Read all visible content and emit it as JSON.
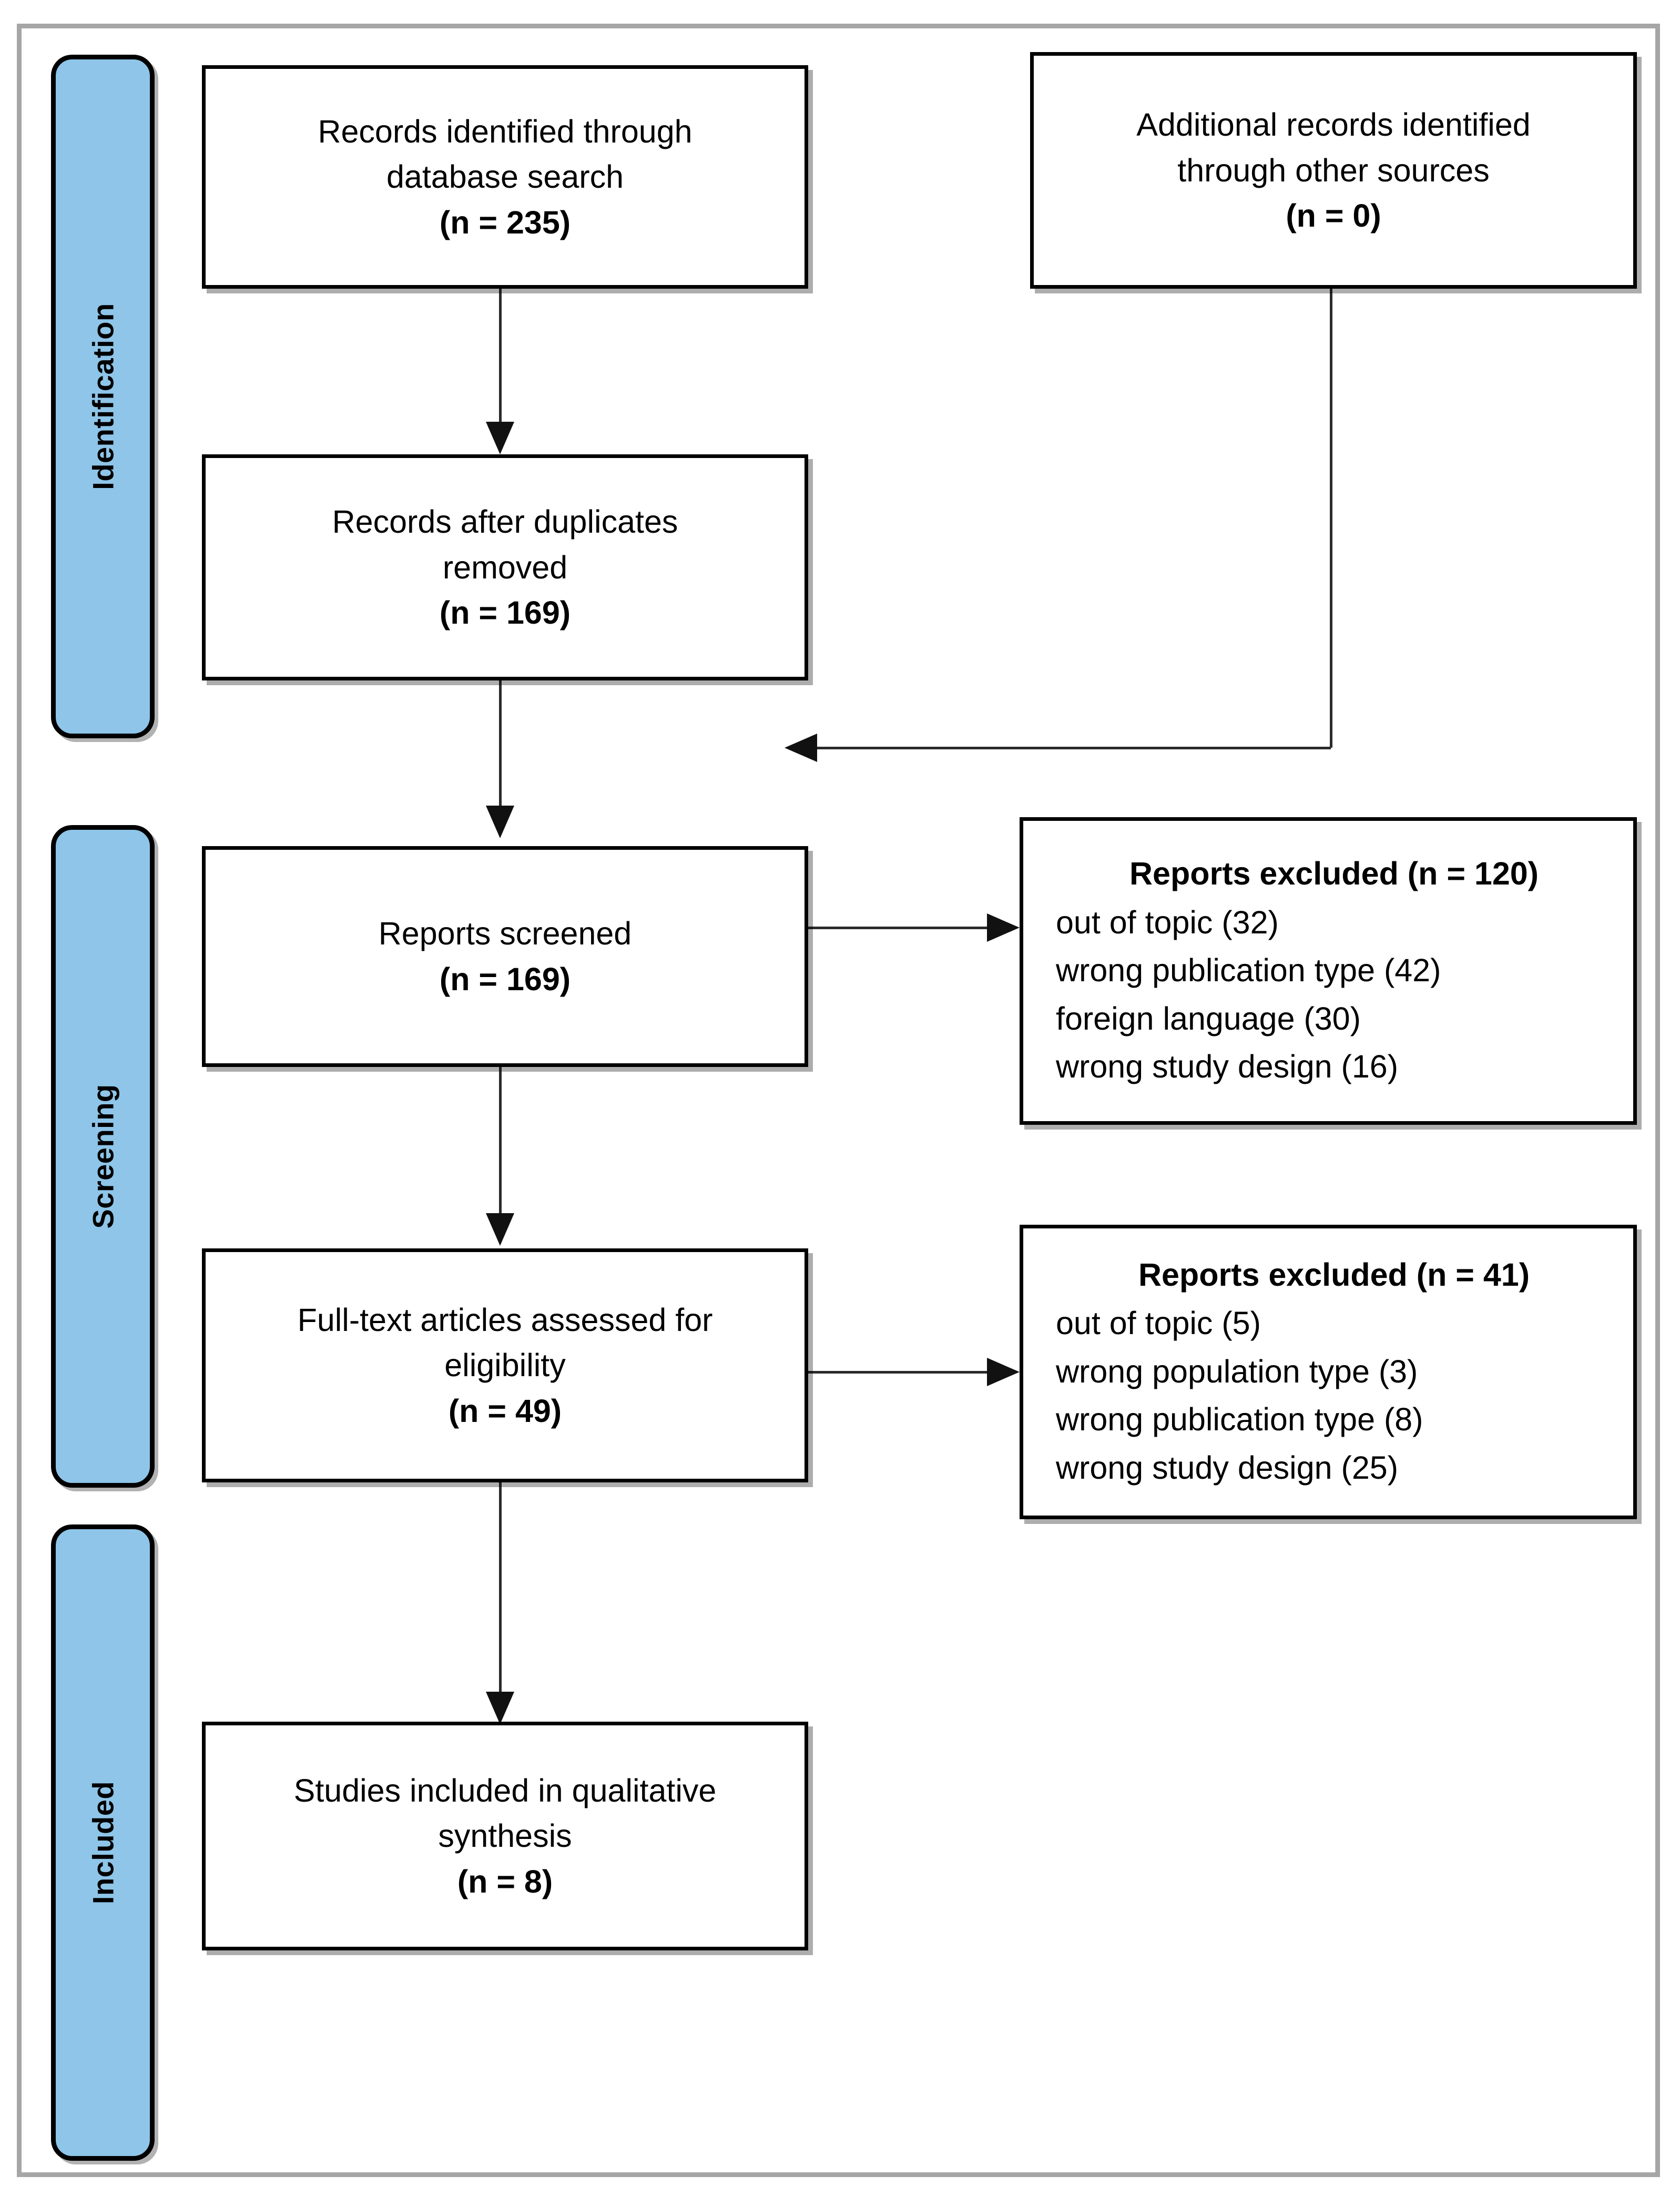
{
  "diagram": {
    "type": "prisma-flow-diagram",
    "frame_border_color": "#a6a6a6",
    "stage_pill_color": "#8ec5e8",
    "box_border_color": "#000000"
  },
  "stages": [
    {
      "id": "identification",
      "label": "Identification"
    },
    {
      "id": "screening",
      "label": "Screening"
    },
    {
      "id": "included",
      "label": "Included"
    }
  ],
  "boxes": {
    "records_identified": {
      "line1": "Records identified through",
      "line2": "database search",
      "count": "(n = 235)"
    },
    "additional_records": {
      "line1": "Additional records identified",
      "line2": "through other sources",
      "count": "(n = 0)"
    },
    "records_after_duplicates": {
      "line1": "Records after duplicates",
      "line2": "removed",
      "count": "(n = 169)"
    },
    "reports_screened": {
      "line1": "Reports screened",
      "count": "(n = 169)"
    },
    "full_text_assessed": {
      "line1": "Full-text articles assessed for",
      "line2": "eligibility",
      "count": "(n = 49)"
    },
    "studies_included": {
      "line1": "Studies included in qualitative",
      "line2": "synthesis",
      "count": "(n = 8)"
    }
  },
  "exclusions": {
    "screening": {
      "header": "Reports excluded (n = 120)",
      "reasons": [
        "out of topic (32)",
        "wrong publication type (42)",
        "foreign language (30)",
        "wrong study design (16)"
      ]
    },
    "eligibility": {
      "header": "Reports excluded (n = 41)",
      "reasons": [
        "out of topic (5)",
        "wrong population type (3)",
        "wrong publication type (8)",
        "wrong study design (25)"
      ]
    }
  }
}
